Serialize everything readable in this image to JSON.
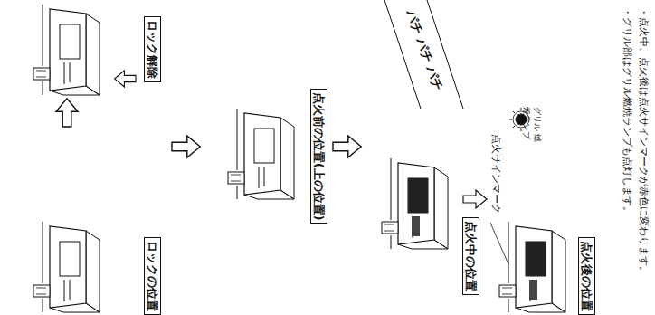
{
  "diagram": {
    "nodes": [
      {
        "text": [
          "ロック解除"
        ]
      },
      {
        "text": [
          "ロックの位置"
        ]
      },
      {
        "text": [
          "点火前の位置(上の位置)"
        ]
      },
      {
        "text": [
          "点火中の位置"
        ]
      },
      {
        "text": [
          "点火後の位置"
        ]
      }
    ],
    "labels": [
      "パチ パチ パチ",
      "点火サインマーク",
      "グリル 燃焼ランプ",
      "・点火中、点火後は点火サインマークが赤色に変わります。",
      "・グリル部はグリル燃焼ランプも点灯します。"
    ]
  }
}
